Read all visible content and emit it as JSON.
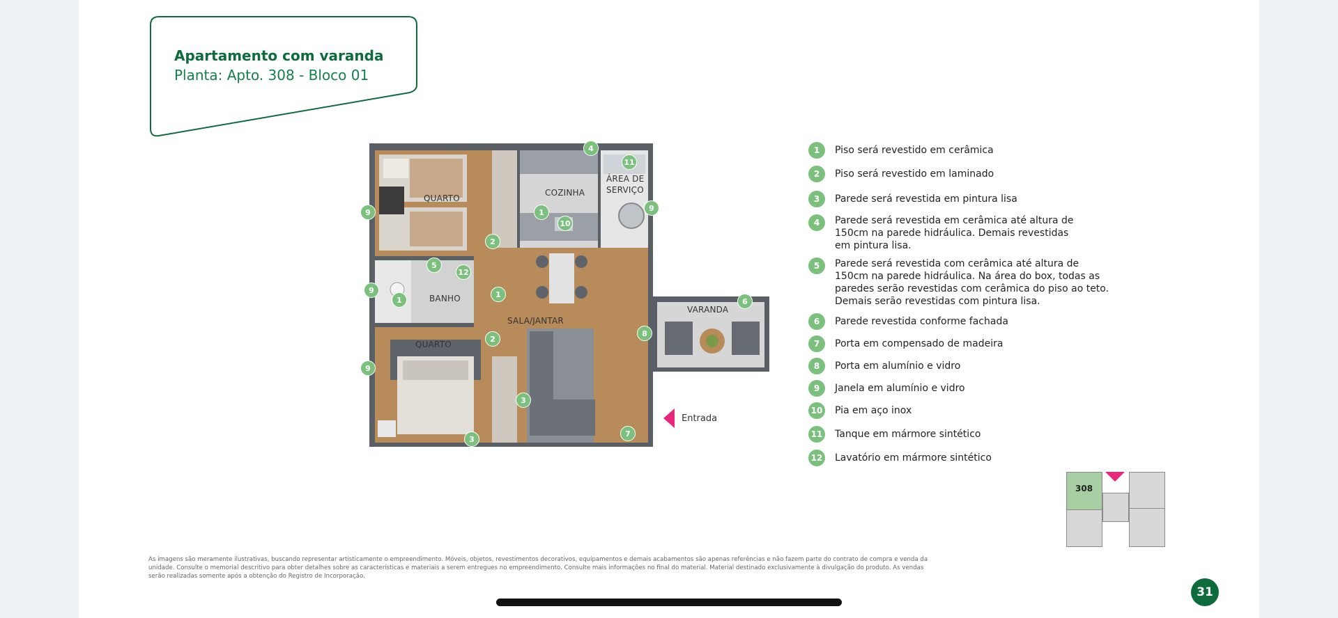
{
  "header": {
    "title": "Apartamento com varanda",
    "subtitle": "Planta: Apto. 308 - Bloco 01"
  },
  "rooms": {
    "quarto_top": "QUARTO",
    "cozinha": "COZINHA",
    "area_servico_1": "ÁREA DE",
    "area_servico_2": "SERVIÇO",
    "banho": "BANHO",
    "sala": "SALA/JANTAR",
    "varanda": "VARANDA",
    "quarto_bottom": "QUARTO"
  },
  "markers": [
    "4",
    "11",
    "9",
    "1",
    "10",
    "9",
    "2",
    "5",
    "12",
    "9",
    "1",
    "1",
    "6",
    "2",
    "8",
    "9",
    "3",
    "3",
    "7"
  ],
  "entrada": "Entrada",
  "legend": [
    {
      "num": "1",
      "text": "Piso será revestido em cerâmica"
    },
    {
      "num": "2",
      "text": "Piso será revestido em laminado"
    },
    {
      "num": "3",
      "text": "Parede será revestida em pintura lisa"
    },
    {
      "num": "4",
      "text": "Parede será revestida em cerâmica até altura de 150cm na parede hidráulica. Demais revestidas em pintura lisa."
    },
    {
      "num": "5",
      "text": "Parede será revestida com cerâmica até altura de 150cm na parede hidráulica. Na área do box, todas as paredes serão revestidas com cerâmica do piso ao teto. Demais serão revestidas com pintura lisa."
    },
    {
      "num": "6",
      "text": "Parede revestida conforme fachada"
    },
    {
      "num": "7",
      "text": "Porta em compensado de madeira"
    },
    {
      "num": "8",
      "text": "Porta em alumínio e vidro"
    },
    {
      "num": "9",
      "text": "Janela em alumínio e vidro"
    },
    {
      "num": "10",
      "text": "Pia em aço inox"
    },
    {
      "num": "11",
      "text": "Tanque em mármore sintético"
    },
    {
      "num": "12",
      "text": "Lavatório em mármore sintético"
    }
  ],
  "keyplan": {
    "unit": "308"
  },
  "disclaimer": "As imagens são meramente ilustrativas, buscando representar artisticamente o empreendimento. Móveis, objetos, revestimentos decorativos, equipamentos e demais acabamentos são apenas referências e não fazem parte do contrato de compra e venda da unidade. Consulte o memorial descritivo para obter detalhes sobre as características e materiais a serem entregues no empreendimento. Consulte mais informações no final do material. Material destinado exclusivamente à divulgação do produto. As vendas serão realizadas somente após a obtenção do Registro de Incorporação.",
  "page_number": "31",
  "colors": {
    "brand_green": "#0d6b3c",
    "marker_green": "#7cc07e",
    "accent_pink": "#e8267a"
  }
}
